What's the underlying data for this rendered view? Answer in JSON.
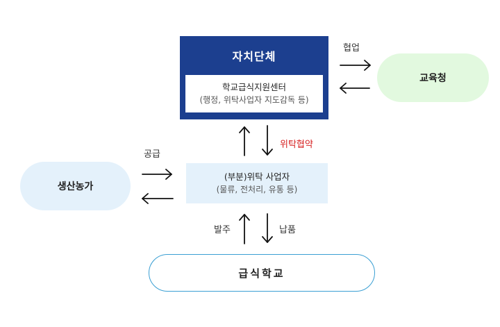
{
  "local_government": {
    "title": "자치단체",
    "center_title": "학교급식지원센터",
    "center_subtitle": "(행정, 위탁사업자 지도감독 등)"
  },
  "education_office": {
    "label": "교육청"
  },
  "producer": {
    "label": "생산농가"
  },
  "contractor": {
    "title": "(부분)위탁 사업자",
    "subtitle": "(물류, 전처리, 유통 등)"
  },
  "school": {
    "label": "급식학교"
  },
  "edges": {
    "cooperation": "협업",
    "supply": "공급",
    "consignment": "위탁협약",
    "order": "발주",
    "delivery": "납품"
  },
  "colors": {
    "gov_fill": "#1c3f8f",
    "edu_fill": "#e2f9df",
    "light_blue_fill": "#e4f1fb",
    "school_border": "#3a9fd3",
    "consign_text": "#d62020",
    "arrow": "#111111"
  }
}
